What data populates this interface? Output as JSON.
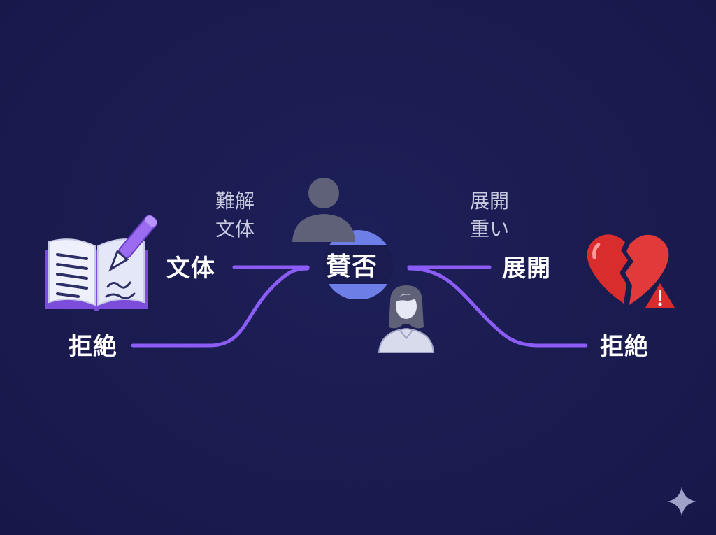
{
  "center": {
    "label": "賛否"
  },
  "left": {
    "branch_top": "文体",
    "branch_bottom": "拒絶",
    "note": [
      "難解",
      "文体"
    ],
    "icon": "book-pen-icon"
  },
  "right": {
    "branch_top": "展開",
    "branch_bottom": "拒絶",
    "note": [
      "展開",
      "重い"
    ],
    "icon": "broken-heart-warning-icon"
  },
  "people": [
    "person-silhouette-icon",
    "woman-avatar-icon"
  ],
  "colors": {
    "background": "#1a1b4f",
    "connector": "#8b5cf6",
    "center_disc": "#6d7fe6",
    "heart": "#d92d2d",
    "book_accent": "#8b5cf6"
  }
}
